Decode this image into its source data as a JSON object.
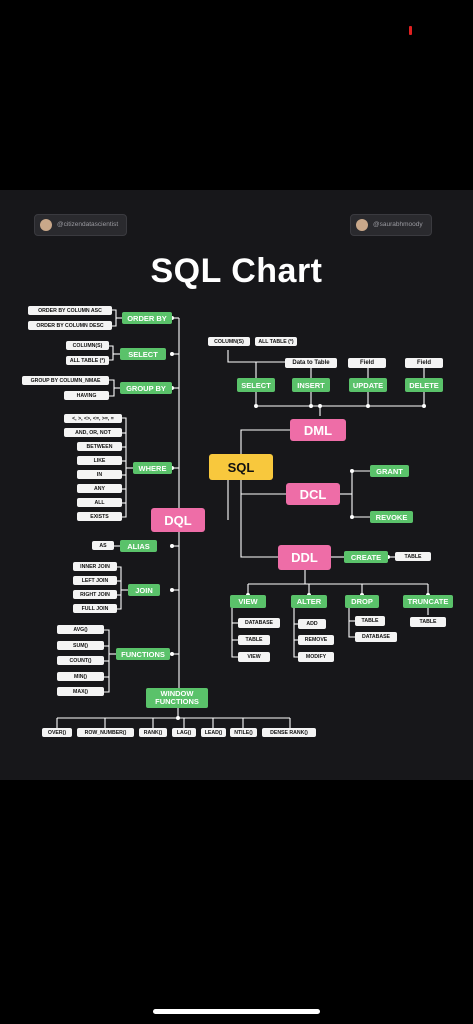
{
  "handles": {
    "left": "@citizendatascientist",
    "right": "@saurabhmoody"
  },
  "title": "SQL Chart",
  "center": "SQL",
  "categories": {
    "dql": "DQL",
    "dml": "DML",
    "dcl": "DCL",
    "ddl": "DDL"
  },
  "order_by": {
    "label": "ORDER BY",
    "items": [
      "ORDER BY COLUMN ASC",
      "ORDER BY COLUMN DESC"
    ]
  },
  "select": {
    "label": "SELECT",
    "items": [
      "COLUMN(S)",
      "ALL TABLE (*)"
    ]
  },
  "group_by": {
    "label": "GROUP BY",
    "items": [
      "GROUP BY COLUMN_NMAE",
      "HAVING"
    ]
  },
  "where": {
    "label": "WHERE",
    "items": [
      "<, >, <>, <=, >=, =",
      "AND, OR, NOT",
      "BETWEEN",
      "LIKE",
      "IN",
      "ANY",
      "ALL",
      "EXISTS"
    ]
  },
  "alias": {
    "label": "ALIAS",
    "items": [
      "AS"
    ]
  },
  "join": {
    "label": "JOIN",
    "items": [
      "INNER JOIN",
      "LEFT JOIN",
      "RIGHT JOIN",
      "FULL JOIN"
    ]
  },
  "functions": {
    "label": "FUNCTIONS",
    "items": [
      "AVG()",
      "SUM()",
      "COUNT()",
      "MIN()",
      "MAX()"
    ]
  },
  "window": {
    "label": "WINDOW FUNCTIONS",
    "items": [
      "OVER()",
      "ROW_NUMBER()",
      "RANK()",
      "LAG()",
      "LEAD()",
      "NTILE()",
      "DENSE RANK()"
    ]
  },
  "dml": {
    "select": {
      "label": "SELECT",
      "items": [
        "COLUMN(S)",
        "ALL TABLE (*)"
      ]
    },
    "insert": {
      "label": "INSERT",
      "items": [
        "Data to Table"
      ]
    },
    "update": {
      "label": "UPDATE",
      "items": [
        "Field"
      ]
    },
    "delete": {
      "label": "DELETE",
      "items": [
        "Field"
      ]
    }
  },
  "dcl": {
    "grant": "GRANT",
    "revoke": "REVOKE"
  },
  "ddl": {
    "create": {
      "label": "CREATE",
      "items": [
        "TABLE"
      ]
    },
    "view": {
      "label": "VIEW",
      "items": [
        "DATABASE",
        "TABLE",
        "VIEW"
      ]
    },
    "alter": {
      "label": "ALTER",
      "items": [
        "ADD",
        "REMOVE",
        "MODIFY"
      ]
    },
    "drop": {
      "label": "DROP",
      "items": [
        "TABLE",
        "DATABASE"
      ]
    },
    "truncate": {
      "label": "TRUNCATE",
      "items": [
        "TABLE"
      ]
    }
  }
}
